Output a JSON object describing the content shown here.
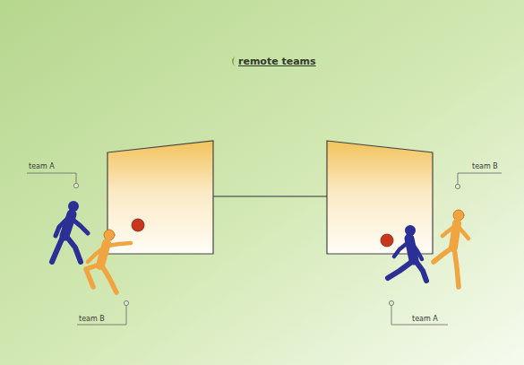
{
  "diagram": {
    "title": "remote teams",
    "labels": [
      "team A",
      "team B",
      "team B",
      "team A"
    ]
  }
}
